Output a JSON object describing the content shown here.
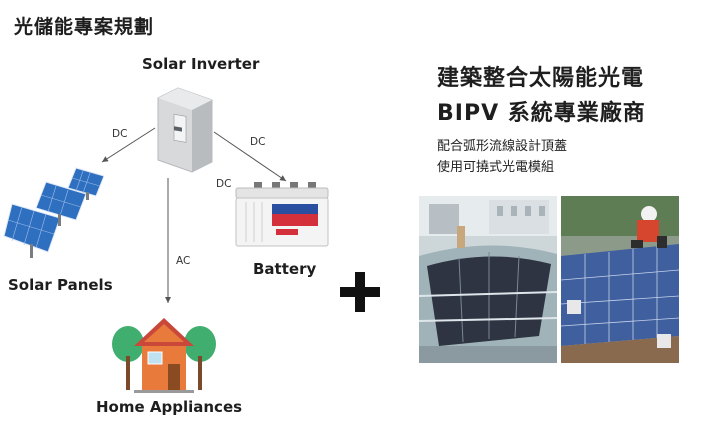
{
  "page_title": "光儲能專案規劃",
  "diagram": {
    "inverter_label": "Solar Inverter",
    "panels_label": "Solar Panels",
    "battery_label": "Battery",
    "home_label": "Home Appliances",
    "edge_panels_inverter": "DC",
    "edge_inverter_battery": "DC",
    "edge_battery_dc": "DC",
    "edge_inverter_home": "AC"
  },
  "plus_symbol": "+",
  "bipv": {
    "heading_line1": "建築整合太陽能光電",
    "heading_line2": "BIPV 系統專業廠商",
    "desc_line1": "配合弧形流線設計頂蓋",
    "desc_line2": "使用可撓式光電模組"
  },
  "colors": {
    "arrow": "#555555",
    "panel": "#2f6fc0",
    "inverter_body": "#c8cacc",
    "battery_stripe_red": "#d4303b",
    "battery_stripe_blue": "#2b4fa0",
    "house_body": "#e87a3b",
    "house_roof": "#c9483a",
    "tree": "#3fae6e"
  },
  "icons": [
    "inverter-icon",
    "solar-panels-icon",
    "battery-icon",
    "house-icon",
    "plus-icon"
  ]
}
